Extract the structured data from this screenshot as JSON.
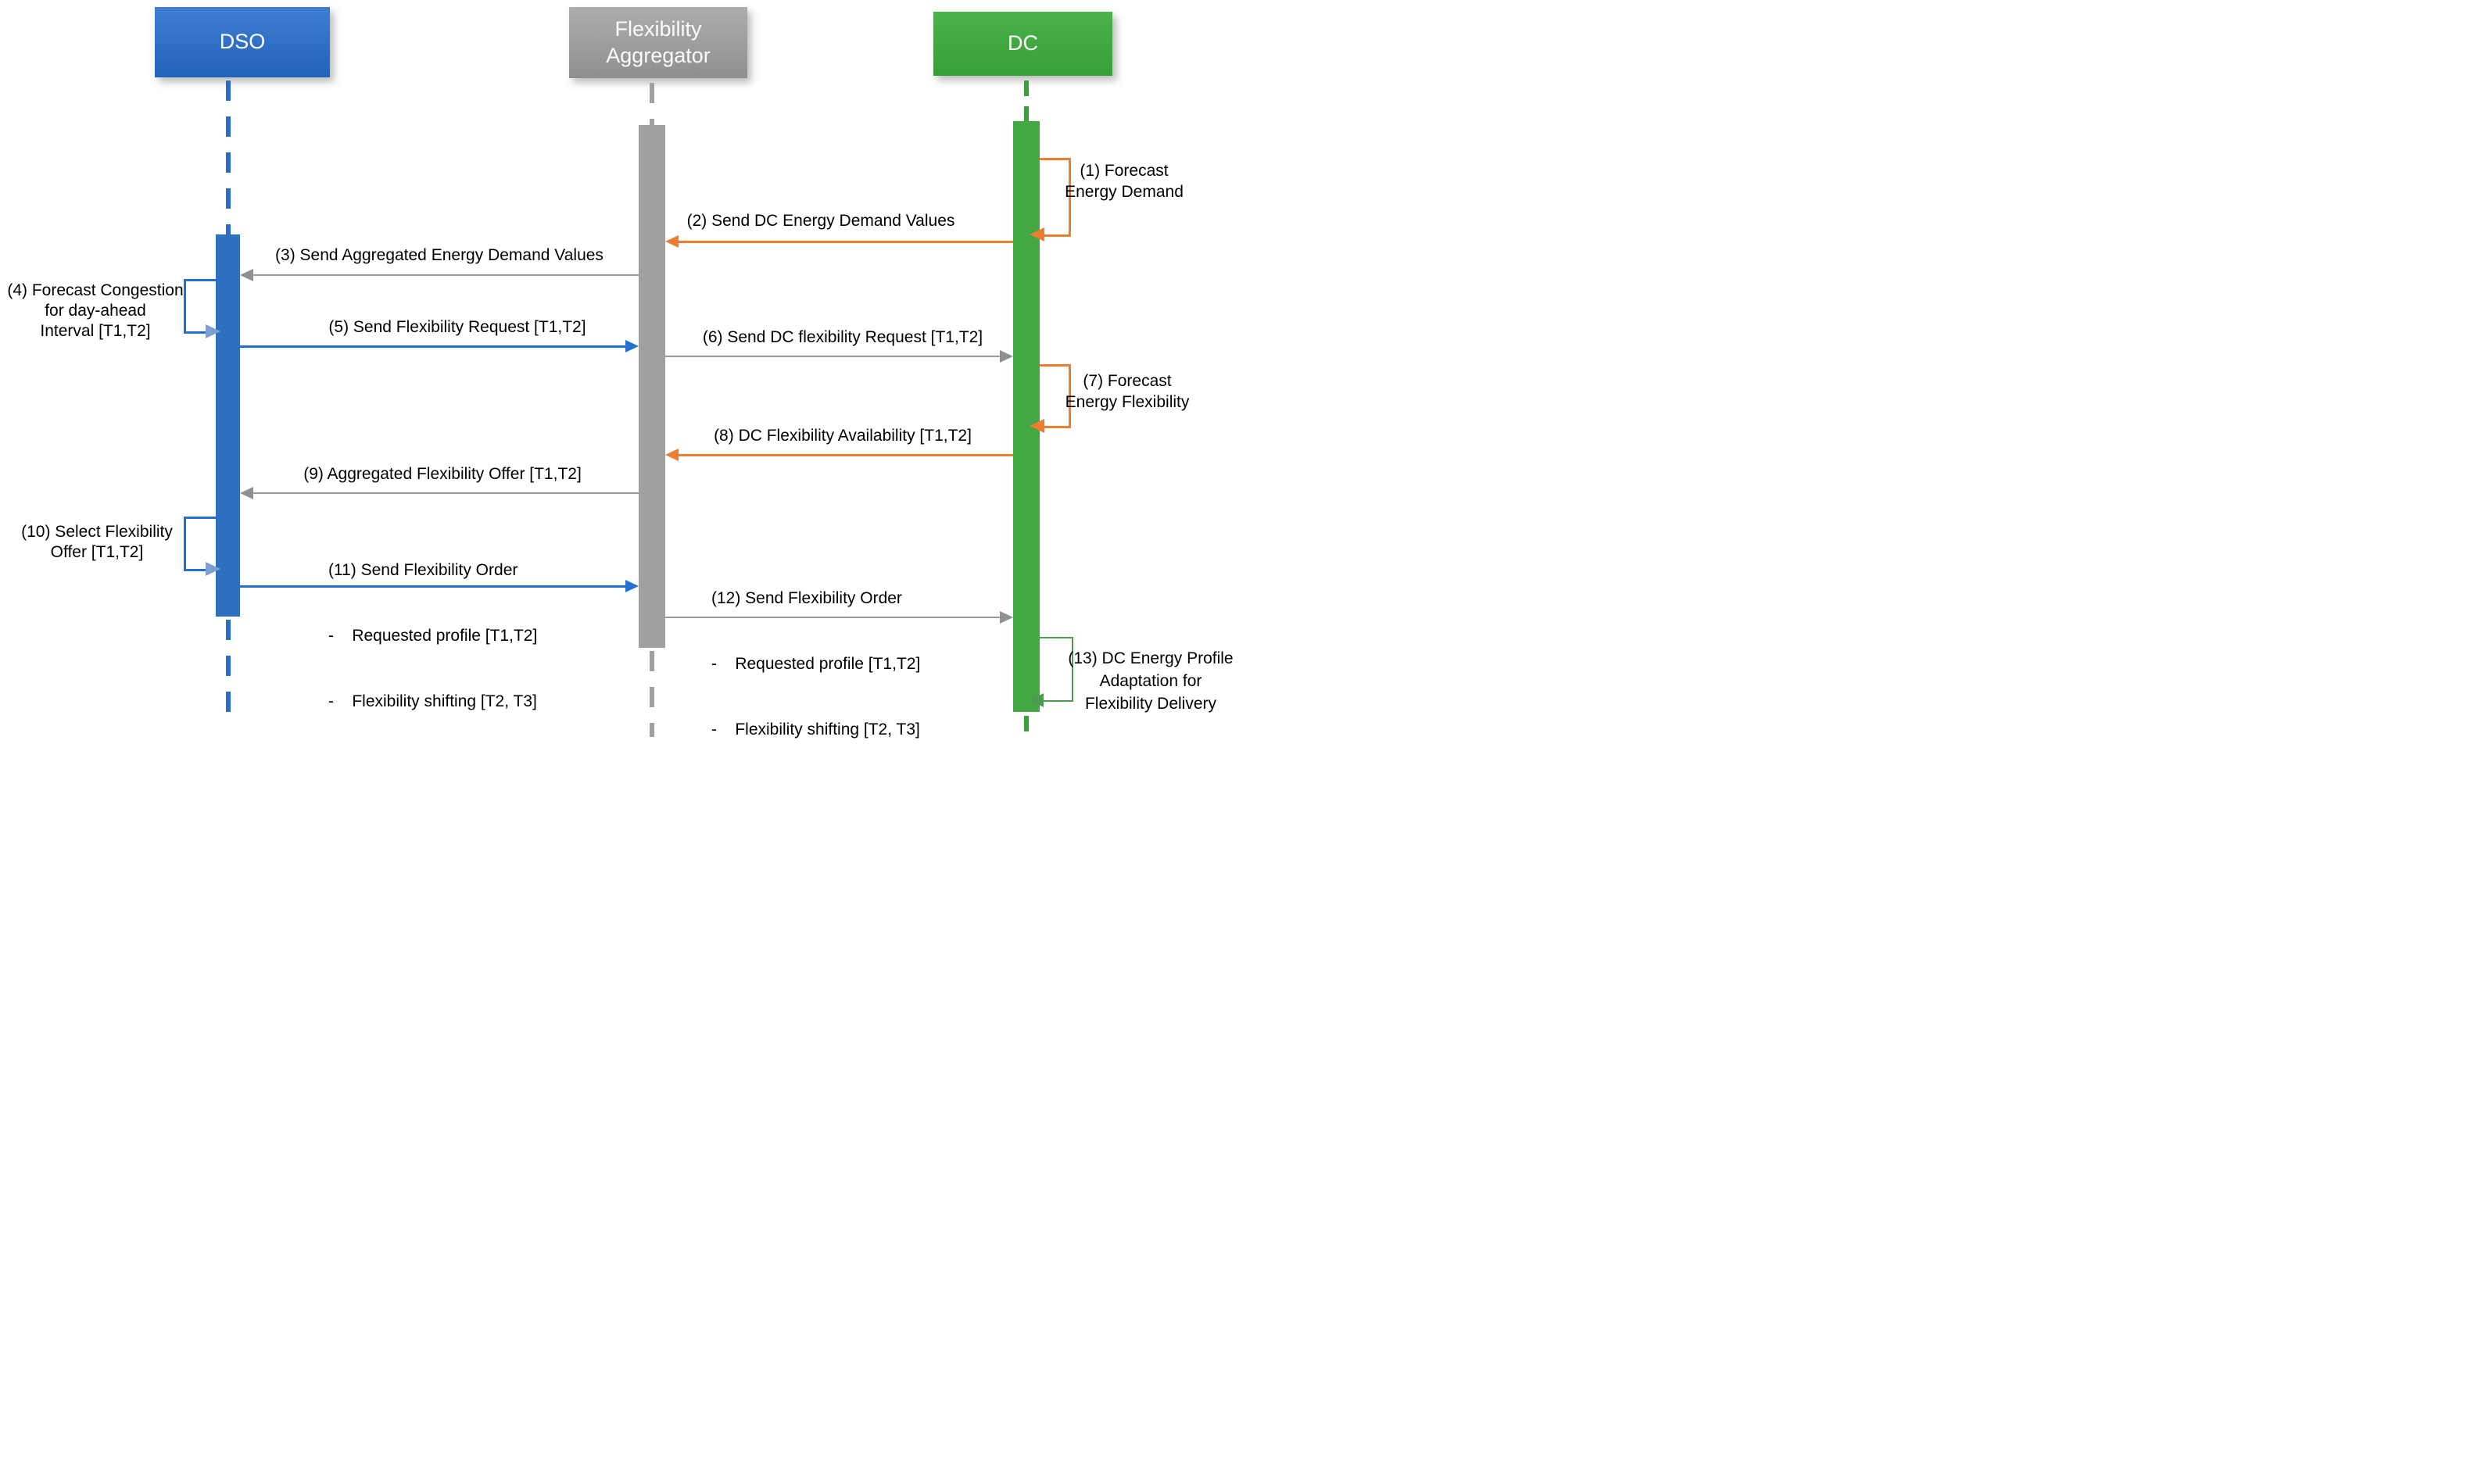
{
  "diagram": {
    "type": "uml-sequence-diagram",
    "actors": [
      {
        "id": "dso",
        "label": "DSO",
        "color": "#2b6cc4"
      },
      {
        "id": "flexibility-aggregator",
        "lines": [
          "Flexibility",
          "Aggregator"
        ],
        "color": "#a0a0a0"
      },
      {
        "id": "dc",
        "label": "DC",
        "color": "#3fa73f"
      }
    ],
    "messages": [
      {
        "id": "1",
        "kind": "self-loop",
        "actor": "DC",
        "color": "#ed7d31",
        "lines": [
          "(1) Forecast",
          "Energy Demand"
        ]
      },
      {
        "id": "2",
        "kind": "arrow",
        "from": "DC",
        "to": "Flexibility Aggregator",
        "color": "#ed7d31",
        "label": "(2) Send DC Energy Demand Values"
      },
      {
        "id": "3",
        "kind": "arrow",
        "from": "Flexibility Aggregator",
        "to": "DSO",
        "color": "#9a9a9a",
        "label": "(3) Send Aggregated Energy Demand Values"
      },
      {
        "id": "4",
        "kind": "self-loop",
        "actor": "DSO",
        "color": "#2470d0",
        "lines": [
          "(4) Forecast Congestion",
          "for day-ahead",
          "Interval [T1,T2]"
        ]
      },
      {
        "id": "5",
        "kind": "arrow",
        "from": "DSO",
        "to": "Flexibility Aggregator",
        "color": "#2470d0",
        "label": "(5) Send Flexibility Request [T1,T2]"
      },
      {
        "id": "6",
        "kind": "arrow",
        "from": "Flexibility Aggregator",
        "to": "DC",
        "color": "#9a9a9a",
        "label": "(6) Send DC flexibility Request [T1,T2]"
      },
      {
        "id": "7",
        "kind": "self-loop",
        "actor": "DC",
        "color": "#ed7d31",
        "lines": [
          "(7) Forecast",
          "Energy Flexibility"
        ]
      },
      {
        "id": "8",
        "kind": "arrow",
        "from": "DC",
        "to": "Flexibility Aggregator",
        "color": "#ed7d31",
        "label": "(8) DC Flexibility Availability [T1,T2]"
      },
      {
        "id": "9",
        "kind": "arrow",
        "from": "Flexibility Aggregator",
        "to": "DSO",
        "color": "#9a9a9a",
        "label": "(9) Aggregated Flexibility Offer [T1,T2]"
      },
      {
        "id": "10",
        "kind": "self-loop",
        "actor": "DSO",
        "color": "#2470d0",
        "lines": [
          "(10) Select Flexibility",
          "Offer [T1,T2]"
        ]
      },
      {
        "id": "11",
        "kind": "arrow",
        "from": "DSO",
        "to": "Flexibility Aggregator",
        "color": "#2470d0",
        "lines": [
          "(11) Send Flexibility Order",
          "-    Requested profile [T1,T2]",
          "-    Flexibility shifting [T2, T3]"
        ]
      },
      {
        "id": "12",
        "kind": "arrow",
        "from": "Flexibility Aggregator",
        "to": "DC",
        "color": "#9a9a9a",
        "lines": [
          "(12) Send Flexibility Order",
          "-    Requested profile [T1,T2]",
          "-    Flexibility shifting [T2, T3]"
        ]
      },
      {
        "id": "13",
        "kind": "self-loop",
        "actor": "DC",
        "color": "#4e9a4e",
        "lines": [
          "(13) DC Energy Profile",
          "Adaptation for",
          "Flexibility Delivery"
        ]
      }
    ],
    "colors": {
      "dso_blue": "#2b6cc4",
      "arrow_blue": "#2470d0",
      "aggregator_gray": "#a0a0a0",
      "dc_green": "#3fa73f",
      "loop_green": "#4e9a4e",
      "orange": "#ed7d31",
      "label_text": "#000000",
      "background": "#ffffff"
    }
  }
}
